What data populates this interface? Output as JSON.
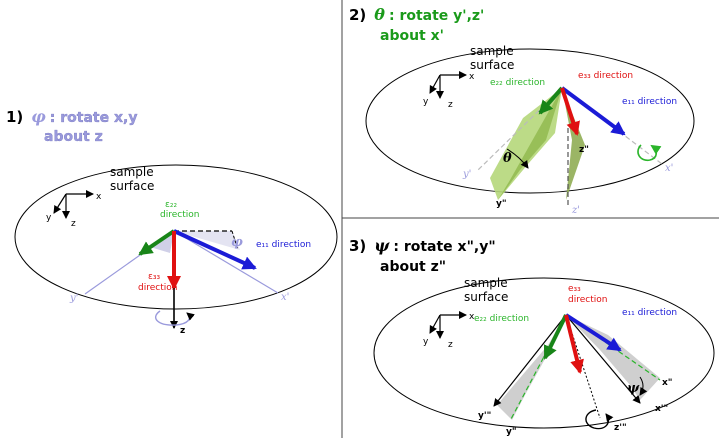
{
  "colors": {
    "blue_axis": "#1b1bd6",
    "red_axis": "#e01010",
    "green_axis": "#188518",
    "light_green": "#a8cc60",
    "light_gray": "#c8c8c8",
    "lavender": "#9a9adc",
    "title_green": "#1a9a1a"
  },
  "panel1": {
    "title_num": "1)",
    "greek": "φ",
    "title_rest": ": rotate x,y",
    "title_line2": "about z",
    "sample_line1": "sample",
    "sample_line2": "surface",
    "coord_x": "x",
    "coord_y": "y",
    "coord_z": "z",
    "e22_line1": "ε₂₂",
    "e22_line2": "direction",
    "e11": "e₁₁ direction",
    "e33_line1": "ε₃₃",
    "e33_line2": "direction",
    "y_prime": "y'",
    "x_prime": "x'",
    "z_label": "z",
    "phi_mark": "φ"
  },
  "panel2": {
    "title_num": "2)",
    "greek": "θ",
    "title_rest": ": rotate y',z'",
    "title_line2": "about x'",
    "sample_line1": "sample",
    "sample_line2": "surface",
    "coord_x": "x",
    "coord_y": "y",
    "coord_z": "z",
    "e22": "e₂₂ direction",
    "e33": "e₃₃ direction",
    "e11": "e₁₁ direction",
    "theta_mark": "θ",
    "y_prime": "y'",
    "x_prime": "x'",
    "y_dprime": "y\"",
    "z_dprime": "z\"",
    "z_prime": "z'"
  },
  "panel3": {
    "title_num": "3)",
    "greek": "ψ",
    "title_rest": ": rotate x\",y\"",
    "title_line2": "about z\"",
    "sample_line1": "sample",
    "sample_line2": "surface",
    "coord_x": "x",
    "coord_y": "y",
    "coord_z": "z",
    "e22": "e₂₂ direction",
    "e33_line1": "e₃₃",
    "e33_line2": "direction",
    "e11": "e₁₁ direction",
    "psi_mark": "ψ",
    "x_dprime": "x\"",
    "x_tprime": "x'\"",
    "y_tprime": "y'\"",
    "y_dprime": "y\"",
    "z_tprime": "z'\""
  }
}
